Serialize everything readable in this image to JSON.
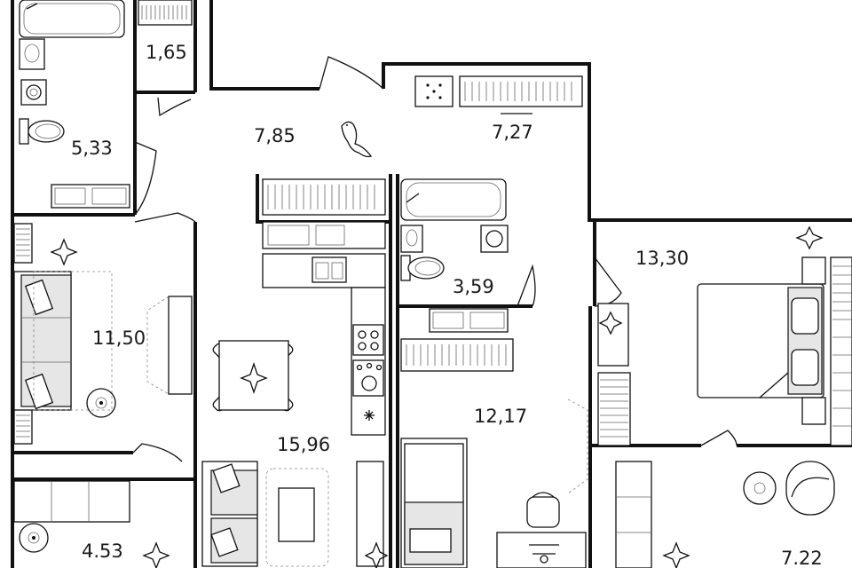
{
  "plan": {
    "rooms": [
      {
        "id": "bathroom-1",
        "area": "5,33"
      },
      {
        "id": "storage",
        "area": "1,65"
      },
      {
        "id": "hallway",
        "area": "7,85"
      },
      {
        "id": "wardrobe",
        "area": "7,27"
      },
      {
        "id": "living-room",
        "area": "11,50"
      },
      {
        "id": "kitchen-living",
        "area": "15,96"
      },
      {
        "id": "bathroom-2",
        "area": "3,59"
      },
      {
        "id": "bedroom-2",
        "area": "12,17"
      },
      {
        "id": "bedroom-1",
        "area": "13,30"
      },
      {
        "id": "balcony-1",
        "area": "4.53"
      },
      {
        "id": "balcony-2",
        "area": "7.22"
      }
    ]
  }
}
